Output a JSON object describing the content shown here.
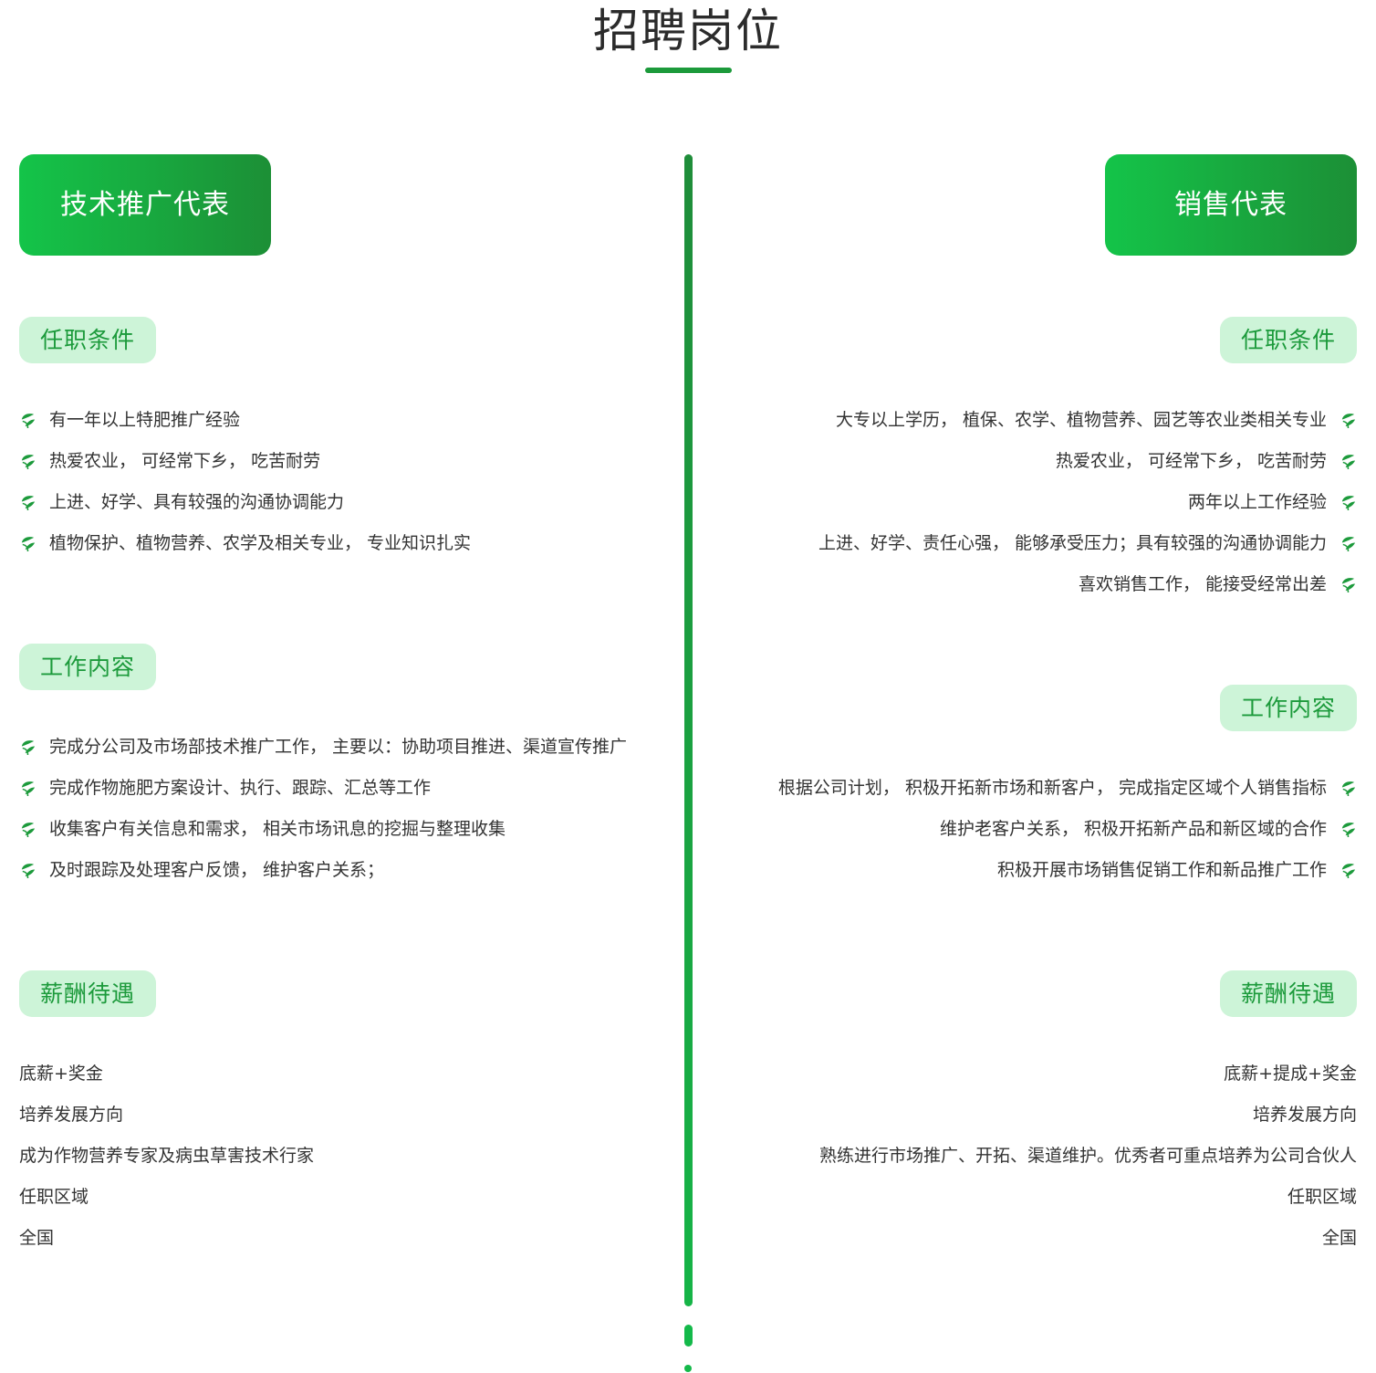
{
  "page": {
    "title": "招聘岗位"
  },
  "colors": {
    "accent": "#1c9a3b",
    "tag_bg": "#cdf4d8",
    "header_gradient": [
      "#14c449",
      "#1c8f36"
    ]
  },
  "left": {
    "job_title": "技术推广代表",
    "requirements": {
      "label": "任职条件",
      "items": [
        "有一年以上特肥推广经验",
        "热爱农业， 可经常下乡， 吃苦耐劳",
        "上进、好学、具有较强的沟通协调能力",
        "植物保护、植物营养、农学及相关专业， 专业知识扎实"
      ]
    },
    "duties": {
      "label": "工作内容",
      "items": [
        "完成分公司及市场部技术推广工作， 主要以：协助项目推进、渠道宣传推广",
        "完成作物施肥方案设计、执行、跟踪、汇总等工作",
        "收集客户有关信息和需求， 相关市场讯息的挖掘与整理收集",
        "及时跟踪及处理客户反馈， 维护客户关系；"
      ]
    },
    "benefits": {
      "label": "薪酬待遇",
      "items": [
        "底薪+奖金",
        "培养发展方向",
        "成为作物营养专家及病虫草害技术行家",
        "任职区域",
        "全国"
      ]
    }
  },
  "right": {
    "job_title": "销售代表",
    "requirements": {
      "label": "任职条件",
      "items": [
        "大专以上学历， 植保、农学、植物营养、园艺等农业类相关专业",
        "热爱农业， 可经常下乡， 吃苦耐劳",
        "两年以上工作经验",
        "上进、好学、责任心强， 能够承受压力；具有较强的沟通协调能力",
        "喜欢销售工作， 能接受经常出差"
      ]
    },
    "duties": {
      "label": "工作内容",
      "items": [
        "根据公司计划， 积极开拓新市场和新客户， 完成指定区域个人销售指标",
        "维护老客户关系， 积极开拓新产品和新区域的合作",
        "积极开展市场销售促销工作和新品推广工作"
      ]
    },
    "benefits": {
      "label": "薪酬待遇",
      "items": [
        "底薪+提成+奖金",
        "培养发展方向",
        "熟练进行市场推广、开拓、渠道维护。优秀者可重点培养为公司合伙人",
        "任职区域",
        "全国"
      ]
    }
  }
}
